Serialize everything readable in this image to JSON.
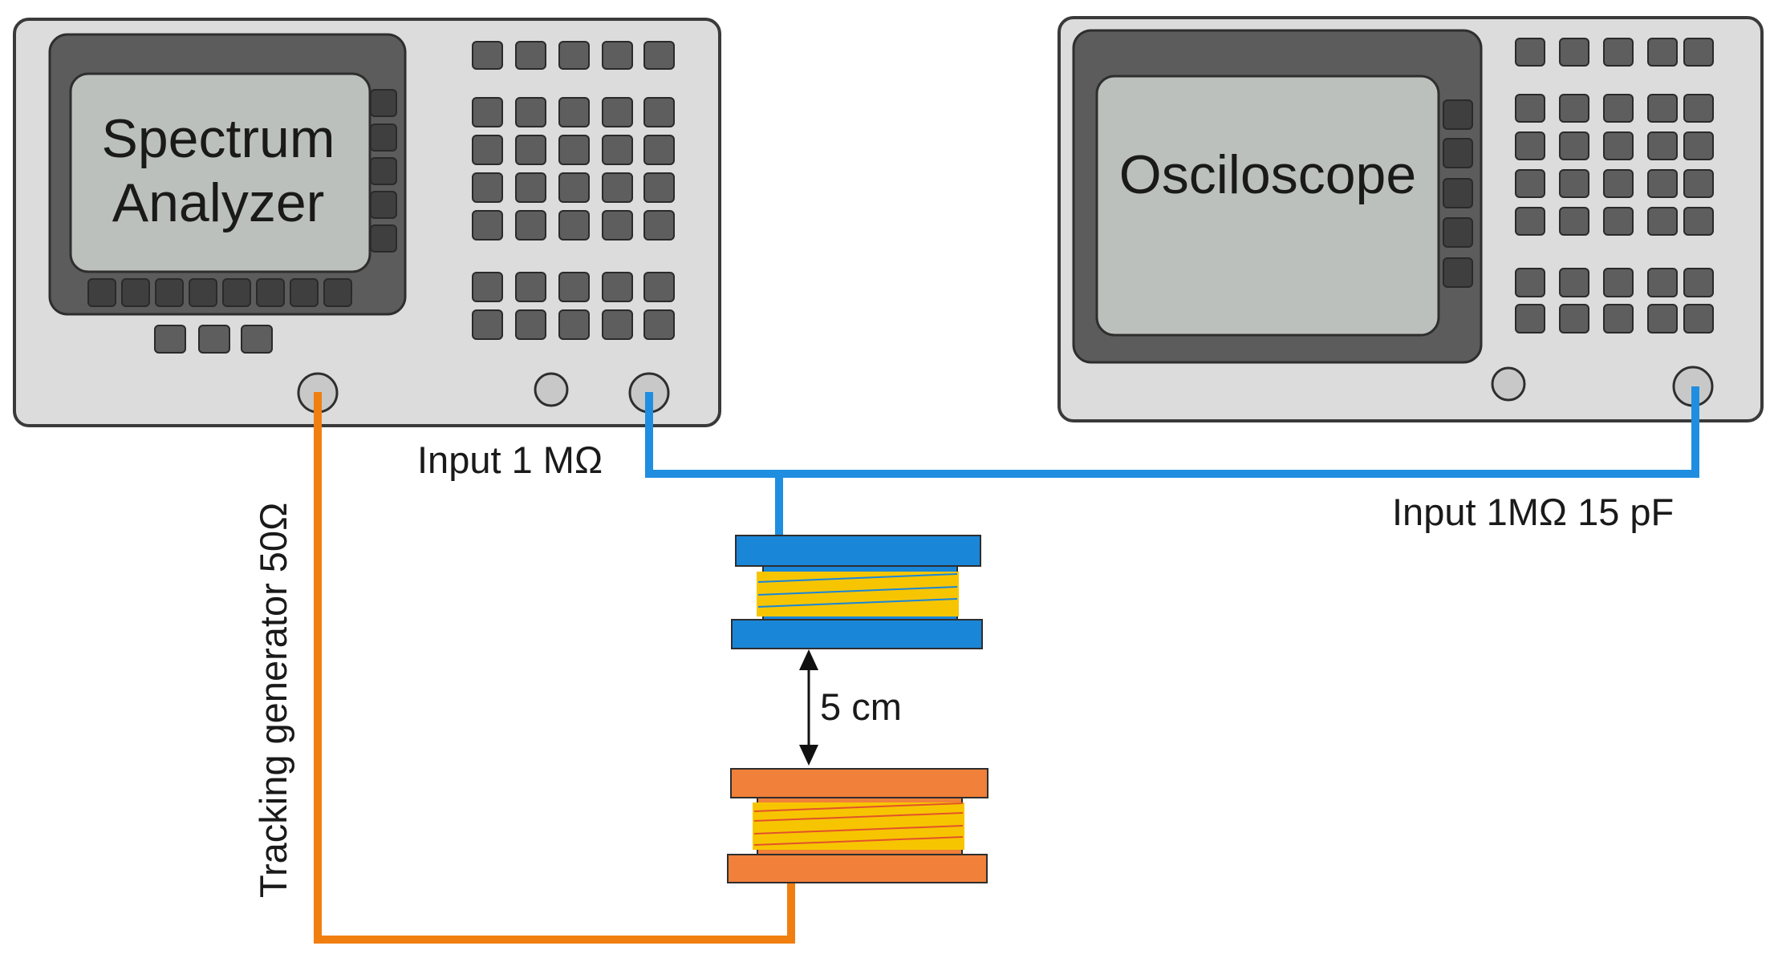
{
  "spectrum_analyzer": {
    "screen_line1": "Spectrum",
    "screen_line2": "Analyzer"
  },
  "oscilloscope": {
    "screen_label": "Osciloscope"
  },
  "labels": {
    "sa_input": "Input 1 MΩ",
    "scope_input": "Input 1MΩ 15 pF",
    "tracking_generator": "Tracking generator 50Ω",
    "distance": "5 cm"
  },
  "colors": {
    "receive_cable": "#1f8ee0",
    "transmit_cable": "#f07f10",
    "receive_coil_plate": "#1a86d8",
    "transmit_coil_plate": "#f0803a",
    "coil_winding": "#f7c500",
    "instrument_body": "#dcdcdc",
    "instrument_screen": "#bcc0bc"
  },
  "icons": {
    "receive_coil": "coil-icon",
    "transmit_coil": "coil-icon",
    "connector": "bnc-connector-icon",
    "distance_arrow": "double-arrow-icon"
  }
}
